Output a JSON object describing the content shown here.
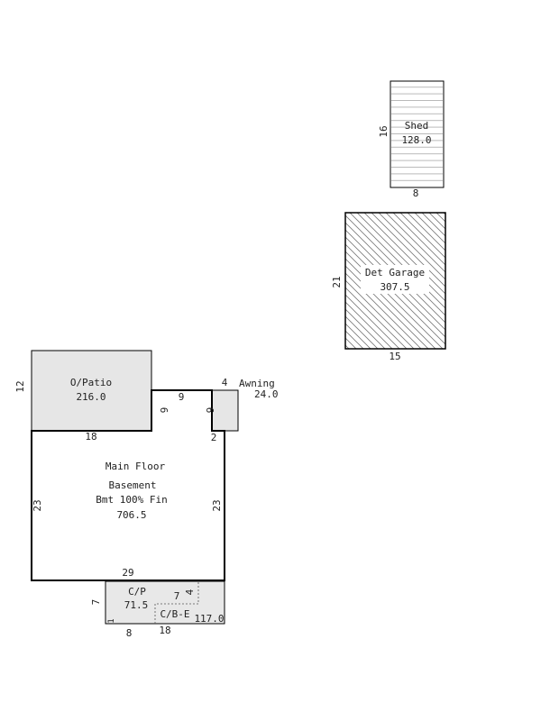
{
  "colors": {
    "line": "#000000",
    "patio_fill": "#e6e6e6",
    "carport_fill": "#e8e8e8",
    "garage_hatch": "#7a7a7a",
    "shed_stripes": "#b9b9b9",
    "text": "#222222"
  },
  "shed": {
    "label": "Shed",
    "area": "128.0",
    "dim_side": "16",
    "dim_bottom": "8"
  },
  "garage": {
    "label": "Det Garage",
    "area": "307.5",
    "dim_side": "21",
    "dim_bottom": "15"
  },
  "patio": {
    "label": "O/Patio",
    "area": "216.0",
    "dim_side": "12",
    "dim_bottom": "18",
    "dim_right": "6"
  },
  "notch": {
    "dim_top": "9",
    "dim_right": "6"
  },
  "awning": {
    "label": "Awning",
    "area": "24.0",
    "dim_top": "4",
    "dim_bottom": "2"
  },
  "main": {
    "label": "Main Floor",
    "basement": "Basement",
    "finish": "Bmt 100% Fin",
    "area": "706.5",
    "dim_left": "23",
    "dim_right": "23",
    "dim_bottom": "29"
  },
  "carport": {
    "label": "C/P",
    "area": "71.5",
    "dim_side": "7",
    "dim_bottom": "8",
    "dim_small": "1"
  },
  "cbe": {
    "label": "C/B-E",
    "area": "117.0",
    "dim_bottom": "18",
    "dim_inner_w": "7",
    "dim_inner_h": "4"
  }
}
